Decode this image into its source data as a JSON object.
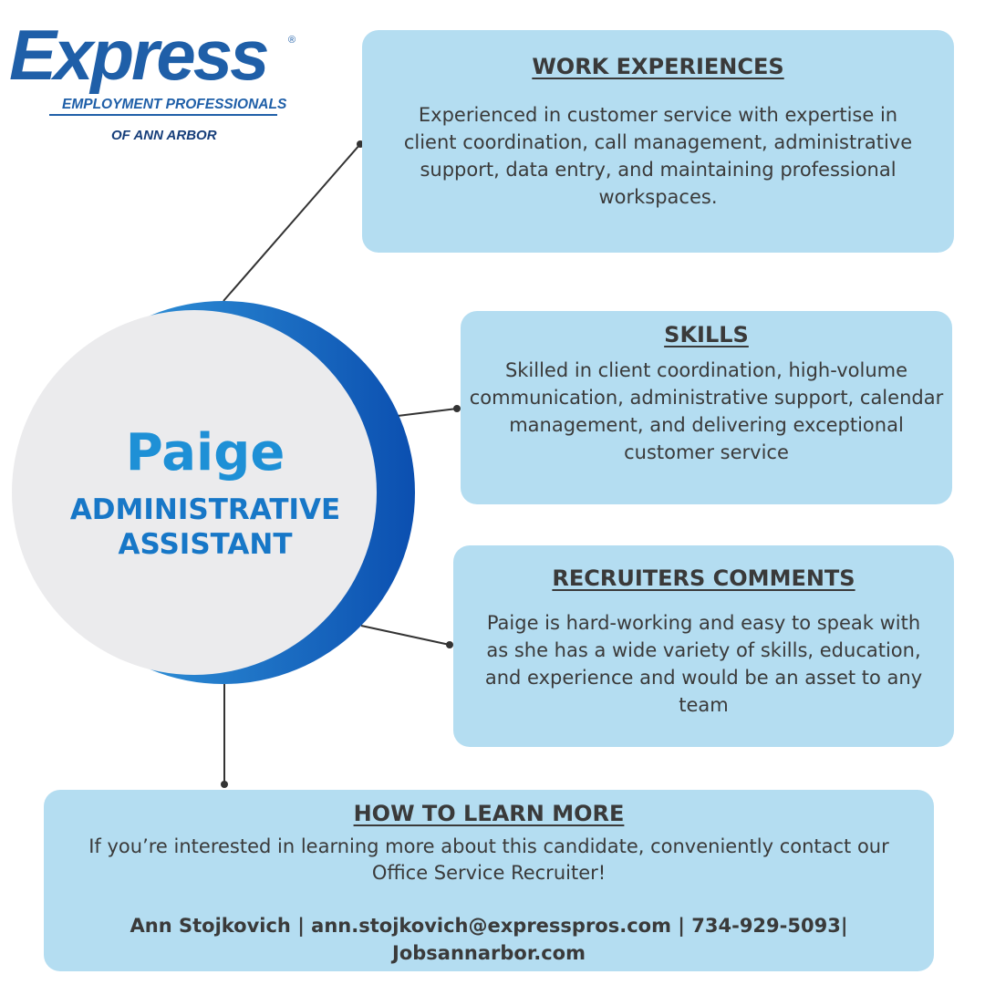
{
  "logo": {
    "main": "Express",
    "registered": "®",
    "line1": "EMPLOYMENT PROFESSIONALS",
    "line2": "OF ANN ARBOR"
  },
  "candidate": {
    "name": "Paige",
    "title": "ADMINISTRATIVE ASSISTANT"
  },
  "work": {
    "heading": "WORK EXPERIENCES",
    "text": "Experienced in customer service with expertise in client coordination, call management, administrative support, data entry, and maintaining professional workspaces."
  },
  "skills": {
    "heading": "SKILLS",
    "text": "Skilled in client coordination, high-volume communication, administrative support, calendar management, and delivering exceptional customer service"
  },
  "recruiters": {
    "heading": "RECRUITERS COMMENTS",
    "text": "Paige is hard-working and easy to speak with as she has a wide variety of skills, education, and experience and would be an asset to any team"
  },
  "learn": {
    "heading": "HOW TO LEARN MORE",
    "intro": "If you’re interested in learning more about this candidate, conveniently contact our Office Service Recruiter!",
    "contact": "Ann Stojkovich | ann.stojkovich@expresspros.com | 734-929-5093| Jobsannarbor.com"
  },
  "colors": {
    "box_fill": "#b4ddf1",
    "circle_fill": "#ebebed",
    "ring_dark": "#0b4fb0",
    "ring_light": "#2f9ee0",
    "name_blue": "#1e90d6",
    "title_blue": "#1777c7",
    "logo_blue": "#1f5fa8"
  }
}
